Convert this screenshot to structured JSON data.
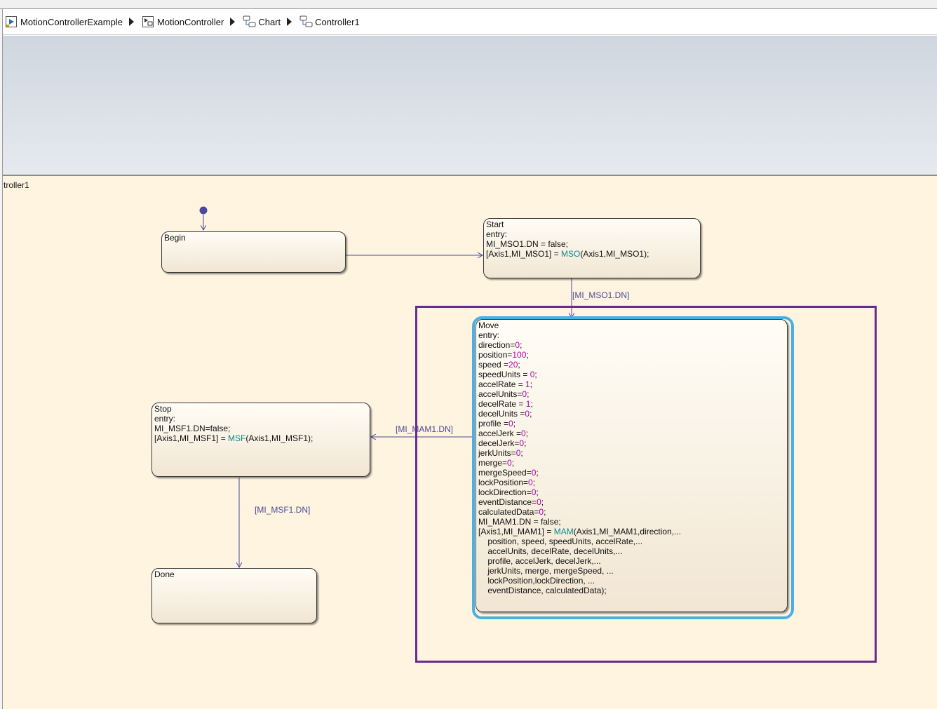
{
  "breadcrumb": [
    {
      "label": "MotionControllerExample",
      "icon": "model-icon"
    },
    {
      "label": "MotionController",
      "icon": "subsystem-icon"
    },
    {
      "label": "Chart",
      "icon": "chart-icon"
    },
    {
      "label": "Controller1",
      "icon": "chart-icon"
    }
  ],
  "canvas": {
    "chart_label": "troller1"
  },
  "states": {
    "begin": {
      "title": "Begin",
      "lines": []
    },
    "start": {
      "title": "Start",
      "lines": [
        [
          {
            "t": "entry:"
          }
        ],
        [
          {
            "t": "MI_MSO1.DN = false;"
          }
        ],
        [
          {
            "t": "[Axis1,MI_MSO1] = "
          },
          {
            "t": "MSO",
            "c": "fn"
          },
          {
            "t": "(Axis1,MI_MSO1);"
          }
        ]
      ]
    },
    "move": {
      "title": "Move",
      "lines": [
        [
          {
            "t": "entry:"
          }
        ],
        [
          {
            "t": "direction="
          },
          {
            "t": "0",
            "c": "num"
          },
          {
            "t": ";"
          }
        ],
        [
          {
            "t": "position="
          },
          {
            "t": "100",
            "c": "num"
          },
          {
            "t": ";"
          }
        ],
        [
          {
            "t": "speed ="
          },
          {
            "t": "20",
            "c": "num"
          },
          {
            "t": ";"
          }
        ],
        [
          {
            "t": "speedUnits = "
          },
          {
            "t": "0",
            "c": "num"
          },
          {
            "t": ";"
          }
        ],
        [
          {
            "t": "accelRate = "
          },
          {
            "t": "1",
            "c": "num"
          },
          {
            "t": ";"
          }
        ],
        [
          {
            "t": "accelUnits="
          },
          {
            "t": "0",
            "c": "num"
          },
          {
            "t": ";"
          }
        ],
        [
          {
            "t": "decelRate = "
          },
          {
            "t": "1",
            "c": "num"
          },
          {
            "t": ";"
          }
        ],
        [
          {
            "t": "decelUnits ="
          },
          {
            "t": "0",
            "c": "num"
          },
          {
            "t": ";"
          }
        ],
        [
          {
            "t": "profile ="
          },
          {
            "t": "0",
            "c": "num"
          },
          {
            "t": ";"
          }
        ],
        [
          {
            "t": "accelJerk ="
          },
          {
            "t": "0",
            "c": "num"
          },
          {
            "t": ";"
          }
        ],
        [
          {
            "t": "decelJerk="
          },
          {
            "t": "0",
            "c": "num"
          },
          {
            "t": ";"
          }
        ],
        [
          {
            "t": "jerkUnits="
          },
          {
            "t": "0",
            "c": "num"
          },
          {
            "t": ";"
          }
        ],
        [
          {
            "t": "merge="
          },
          {
            "t": "0",
            "c": "num"
          },
          {
            "t": ";"
          }
        ],
        [
          {
            "t": "mergeSpeed="
          },
          {
            "t": "0",
            "c": "num"
          },
          {
            "t": ";"
          }
        ],
        [
          {
            "t": "lockPosition="
          },
          {
            "t": "0",
            "c": "num"
          },
          {
            "t": ";"
          }
        ],
        [
          {
            "t": "lockDirection="
          },
          {
            "t": "0",
            "c": "num"
          },
          {
            "t": ";"
          }
        ],
        [
          {
            "t": "eventDistance="
          },
          {
            "t": "0",
            "c": "num"
          },
          {
            "t": ";"
          }
        ],
        [
          {
            "t": "calculatedData="
          },
          {
            "t": "0",
            "c": "num"
          },
          {
            "t": ";"
          }
        ],
        [
          {
            "t": "MI_MAM1.DN = false;"
          }
        ],
        [
          {
            "t": "[Axis1,MI_MAM1] = "
          },
          {
            "t": "MAM",
            "c": "fn"
          },
          {
            "t": "(Axis1,MI_MAM1,direction,..."
          }
        ],
        [
          {
            "t": "    position, speed, speedUnits, accelRate,..."
          }
        ],
        [
          {
            "t": "    accelUnits, decelRate, decelUnits,..."
          }
        ],
        [
          {
            "t": "    profile, accelJerk, decelJerk,..."
          }
        ],
        [
          {
            "t": "    jerkUnits, merge, mergeSpeed, ..."
          }
        ],
        [
          {
            "t": "    lockPosition,lockDirection, ..."
          }
        ],
        [
          {
            "t": "    eventDistance, calculatedData);"
          }
        ]
      ]
    },
    "stop": {
      "title": "Stop",
      "lines": [
        [
          {
            "t": "entry:"
          }
        ],
        [
          {
            "t": "MI_MSF1.DN=false;"
          }
        ],
        [
          {
            "t": "[Axis1,MI_MSF1] = "
          },
          {
            "t": "MSF",
            "c": "fn"
          },
          {
            "t": "(Axis1,MI_MSF1);"
          }
        ]
      ]
    },
    "done": {
      "title": "Done",
      "lines": []
    }
  },
  "transitions": {
    "start_to_move": "[MI_MSO1.DN]",
    "move_to_stop": "[MI_MAM1.DN]",
    "stop_to_done": "[MI_MSF1.DN]"
  },
  "colors": {
    "canvas": "#fff4e0",
    "selection": "#6a2a8e",
    "highlight": "#48b0e6",
    "transition": "#4a4a9a",
    "number": "#b000b0",
    "function": "#0f8a8a"
  }
}
